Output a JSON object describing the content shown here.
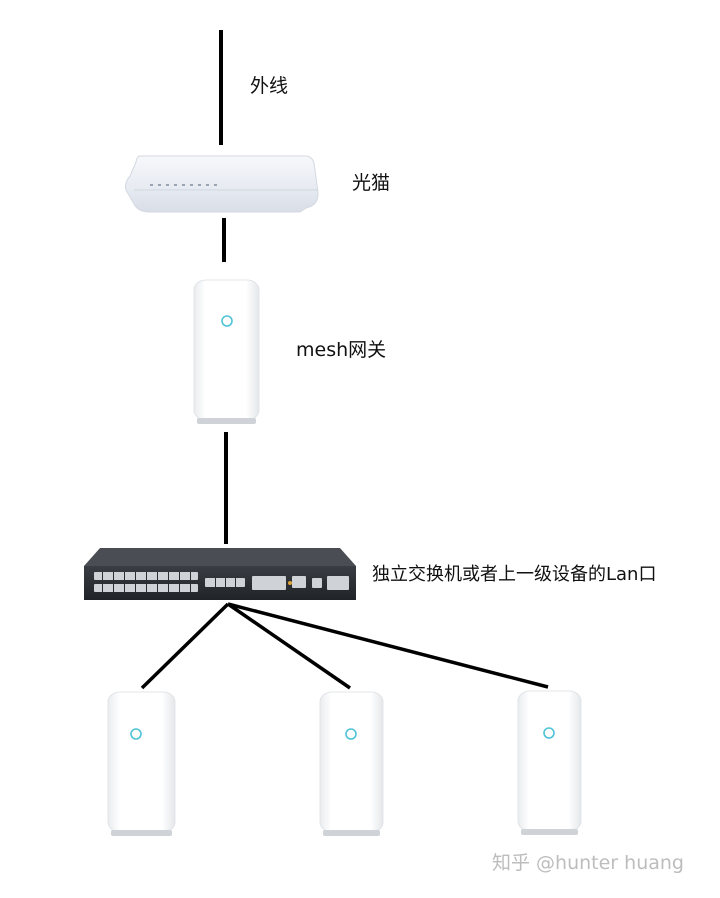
{
  "labels": {
    "outer_line": "外线",
    "optical_modem": "光猫",
    "mesh_gateway": "mesh网关",
    "switch": "独立交换机或者上一级设备的Lan口"
  },
  "watermark": "知乎 @hunter huang",
  "colors": {
    "line": "#000000",
    "node_body": "#ffffff",
    "node_outline": "#e6e6e6",
    "node_indicator": "#4fc3d6",
    "modem_body": "#eef1f6",
    "switch_body": "#2a2d31",
    "switch_port": "#cfd3d8",
    "watermark": "#bdbdbd"
  },
  "icons": {
    "optical_modem": "optical-modem-icon",
    "mesh_gateway": "mesh-router-icon",
    "switch": "network-switch-icon",
    "mesh_node": "mesh-router-icon"
  }
}
